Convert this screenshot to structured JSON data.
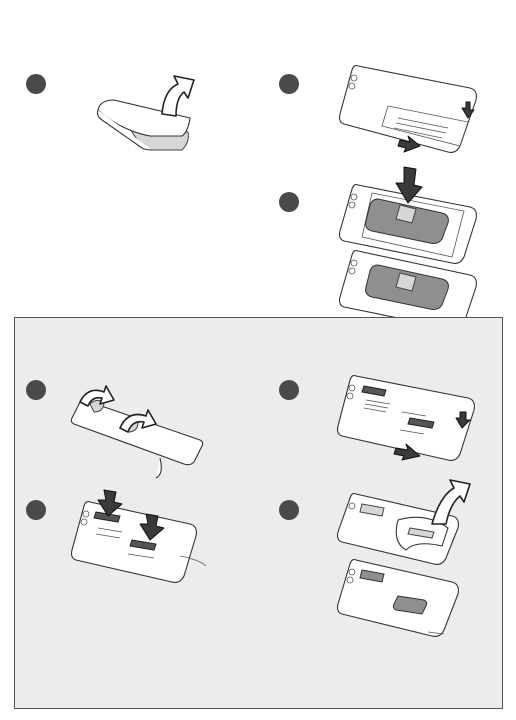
{
  "steps": [
    {
      "id": "peel-backing"
    },
    {
      "id": "align-template"
    },
    {
      "id": "press-plate"
    },
    {
      "id": "peel-tabs"
    },
    {
      "id": "attach-template"
    },
    {
      "id": "press-plates"
    },
    {
      "id": "remove-template"
    }
  ],
  "colors": {
    "step_dot": "#4a4a4a",
    "panel_bg": "#ececec",
    "panel_border": "#555555",
    "plate": "#8f8f8f"
  },
  "icons": [
    "curved-arrow-icon",
    "down-arrow-icon",
    "phone-outline",
    "metal-plate"
  ]
}
